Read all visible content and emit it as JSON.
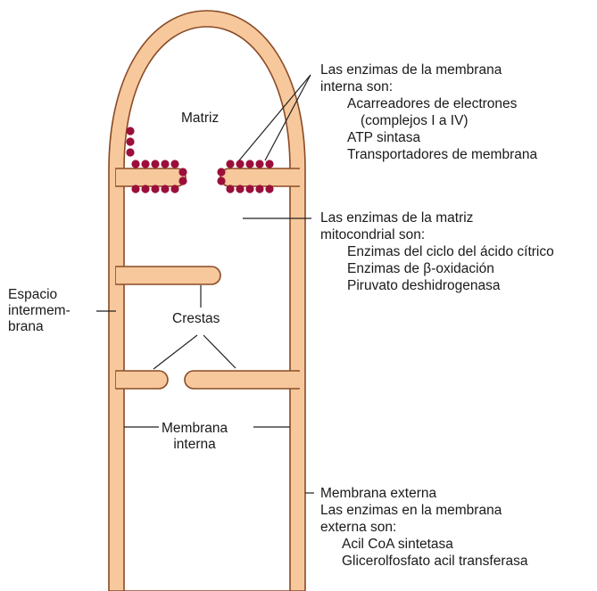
{
  "colors": {
    "membrane_fill": "#f7c89b",
    "membrane_stroke": "#8a4a26",
    "enzyme_dot": "#9b0f3a",
    "leader_line": "#222222"
  },
  "labels": {
    "matrix": "Matriz",
    "intermembrane_space": [
      "Espacio",
      "intermem-",
      "brana"
    ],
    "cristae": "Crestas",
    "inner_membrane": [
      "Membrana",
      "interna"
    ]
  },
  "callouts": {
    "inner_membrane_enzymes": {
      "heading": [
        "Las enzimas de la membrana",
        "interna son:"
      ],
      "items": [
        "Acarreadores de electrones",
        "(complejos I a IV)",
        "ATP sintasa",
        "Transportadores de membrana"
      ]
    },
    "matrix_enzymes": {
      "heading": [
        "Las enzimas de la matriz",
        "mitocondrial son:"
      ],
      "items": [
        "Enzimas del ciclo del ácido cítrico",
        "Enzimas de β-oxidación",
        "Piruvato deshidrogenasa"
      ]
    },
    "outer_membrane": {
      "heading": [
        "Membrana externa",
        "Las enzimas en la membrana",
        "externa son:"
      ],
      "items": [
        "Acil CoA sintetasa",
        "Glicerolfosfato acil transferasa"
      ]
    }
  }
}
